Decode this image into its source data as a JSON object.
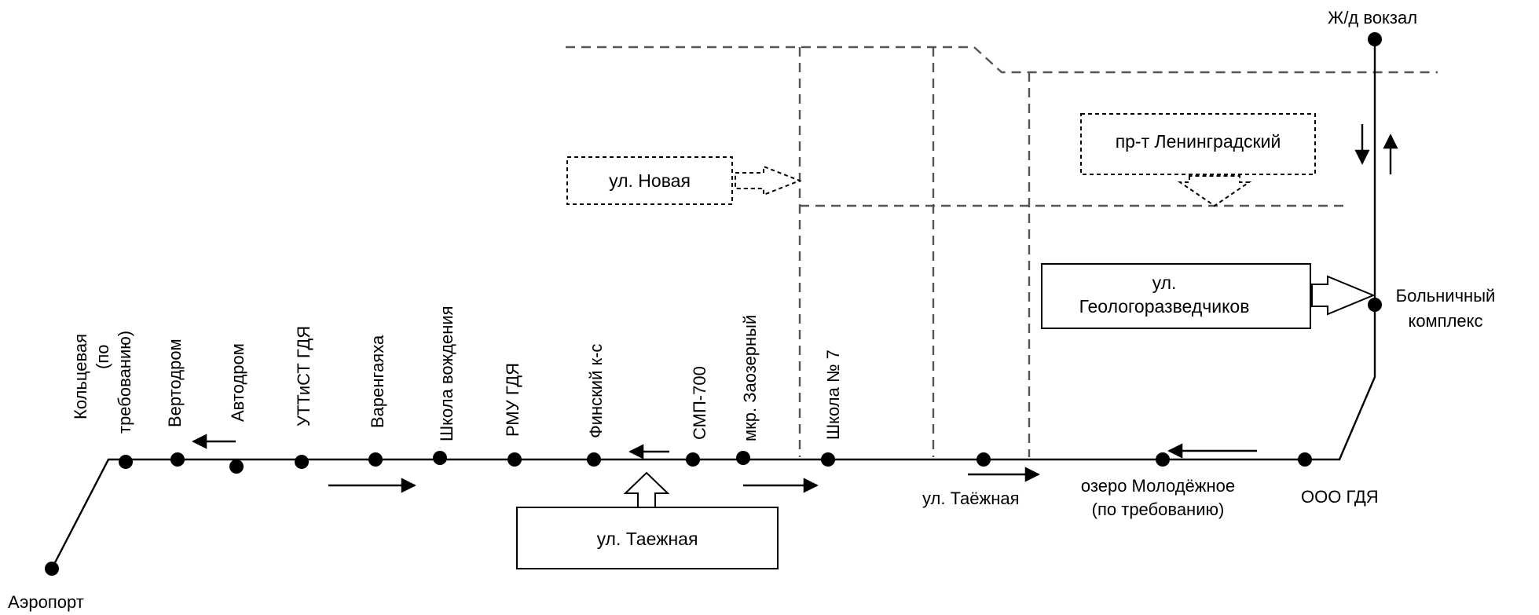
{
  "stops": {
    "airport": "Аэропорт",
    "koltsevaya": [
      "Кольцевая",
      "(по",
      "требованию)"
    ],
    "vertodrom": "Вертодром",
    "avtodrom": "Автодром",
    "uttist": "УТТиСТ ГДЯ",
    "varengayakha": "Варенгаяха",
    "driving_school": "Школа вождения",
    "rmu": "РМУ ГДЯ",
    "finnish": "Финский к-с",
    "smp700": "СМП-700",
    "zaozerny": "мкр. Заозерный",
    "school7": "Школа № 7",
    "taezhnaya_stop": "ул. Таёжная",
    "lake": [
      "озеро Молодёжное",
      "(по требованию)"
    ],
    "ooo_gdya": "ООО ГДЯ",
    "hospital": [
      "Больничный",
      "комплекс"
    ],
    "railway": "Ж/д вокзал"
  },
  "streets": {
    "novaya": "ул. Новая",
    "leningradsky": "пр-т Ленинградский",
    "geologorazvedchikov": [
      "ул.",
      "Геологоразведчиков"
    ],
    "taezhnaya_box": "ул. Таежная"
  }
}
